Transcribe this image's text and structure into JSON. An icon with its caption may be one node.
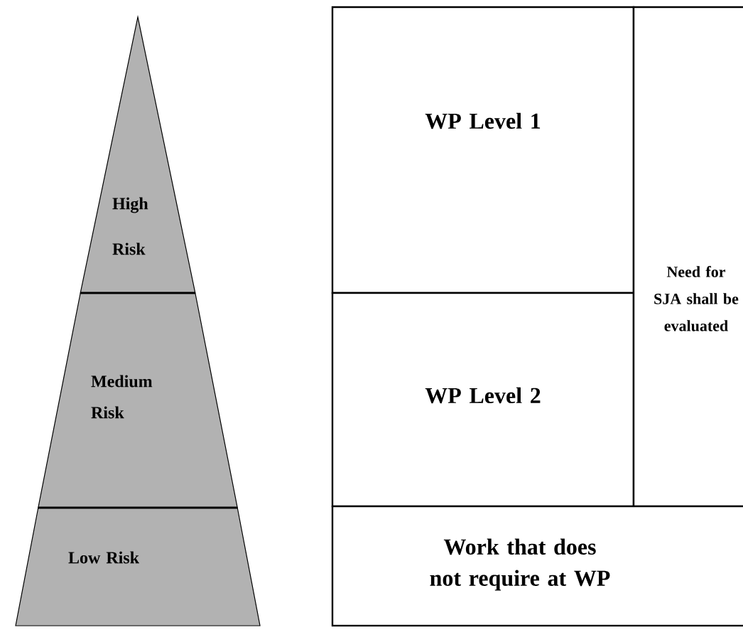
{
  "diagram": {
    "nodes": [
      {
        "text": [
          "High Risk"
        ]
      },
      {
        "text": [
          "Medium Risk"
        ]
      },
      {
        "text": [
          "Low Risk"
        ]
      },
      {
        "text": [
          "WP Level 1"
        ]
      },
      {
        "text": [
          "WP Level 2"
        ]
      },
      {
        "text": [
          "Need for SJA shall be evaluated"
        ]
      },
      {
        "text": [
          "Work that does not require at WP"
        ]
      }
    ]
  }
}
